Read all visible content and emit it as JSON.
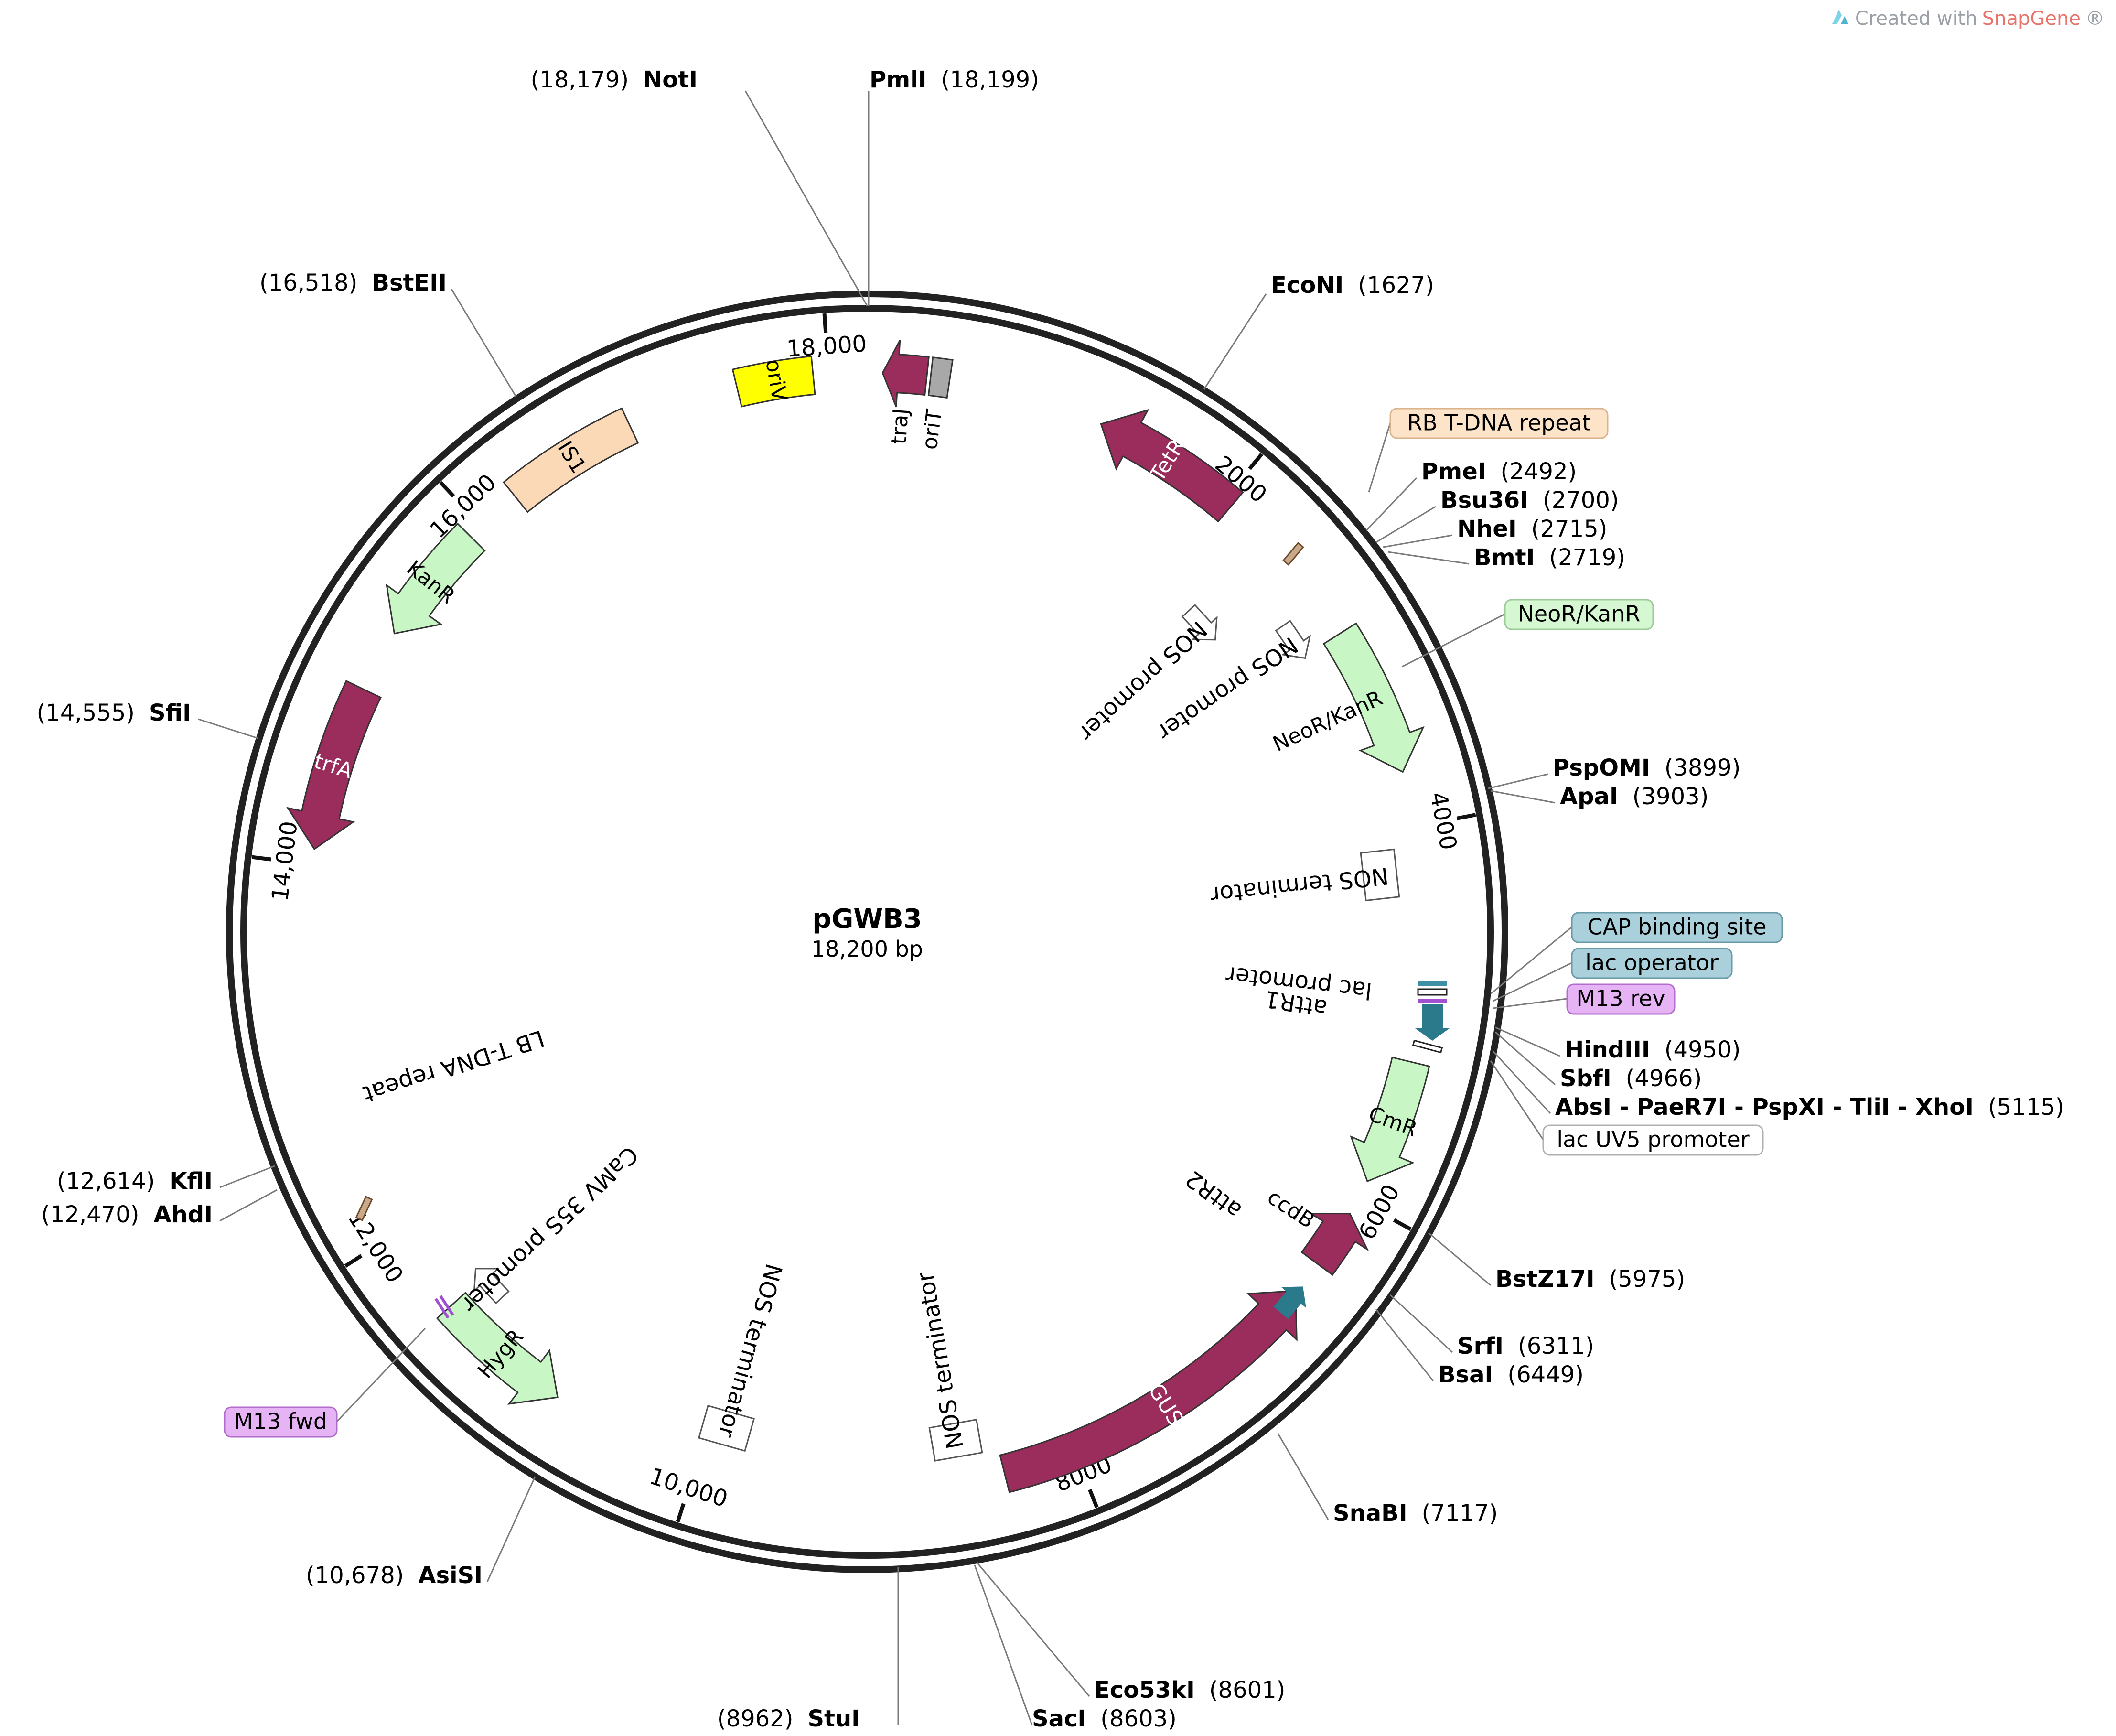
{
  "credit": {
    "prefix": "Created with ",
    "brand": "SnapGene",
    "reg": "®"
  },
  "plasmid": {
    "name": "pGWB3",
    "length_label": "18,200 bp",
    "length": 18200
  },
  "ticks": [
    {
      "value": 2000,
      "label": "2000"
    },
    {
      "value": 4000,
      "label": "4000"
    },
    {
      "value": 6000,
      "label": "6000"
    },
    {
      "value": 8000,
      "label": "8000"
    },
    {
      "value": 10000,
      "label": "10,000"
    },
    {
      "value": 12000,
      "label": "12,000"
    },
    {
      "value": 14000,
      "label": "14,000"
    },
    {
      "value": 16000,
      "label": "16,000"
    },
    {
      "value": 18000,
      "label": "18,000"
    }
  ],
  "features": [
    {
      "name": "TetR",
      "start": 1250,
      "end": 2050,
      "dir": -1,
      "color": "#9b2d5d",
      "text_color": "#ffffff",
      "label_inside": true
    },
    {
      "name": "NeoR/KanR",
      "start": 2920,
      "end": 3710,
      "dir": 1,
      "color": "#c8f7c5",
      "text_color": "#000000",
      "label_inside": false
    },
    {
      "name": "CmR",
      "start": 5230,
      "end": 5890,
      "dir": 1,
      "color": "#c8f7c5",
      "text_color": "#000000",
      "label_inside": true
    },
    {
      "name": "ccdB",
      "start": 6080,
      "end": 6390,
      "dir": -1,
      "color": "#9b2d5d",
      "text_color": "#ffffff",
      "label_inside": false
    },
    {
      "name": "GUS",
      "start": 6570,
      "end": 8380,
      "dir": -1,
      "color": "#9b2d5d",
      "text_color": "#ffffff",
      "label_inside": true
    },
    {
      "name": "HygR",
      "start": 10800,
      "end": 11530,
      "dir": -1,
      "color": "#c8f7c5",
      "text_color": "#000000",
      "label_inside": true
    },
    {
      "name": "trfA",
      "start": 14080,
      "end": 14950,
      "dir": -1,
      "color": "#9b2d5d",
      "text_color": "#ffffff",
      "label_inside": true
    },
    {
      "name": "KanR",
      "start": 15280,
      "end": 15920,
      "dir": -1,
      "color": "#c8f7c5",
      "text_color": "#000000",
      "label_inside": true
    },
    {
      "name": "IS1",
      "start": 16230,
      "end": 16930,
      "dir": 0,
      "color": "#fcd9b6",
      "text_color": "#000000",
      "label_inside": true
    },
    {
      "name": "oriV",
      "start": 17520,
      "end": 17920,
      "dir": 0,
      "color": "#ffff00",
      "text_color": "#000000",
      "label_inside": true
    },
    {
      "name": "traJ",
      "start": 80,
      "end": 310,
      "dir": -1,
      "color": "#9b2d5d",
      "text_color": "#000000",
      "label_inside": false
    },
    {
      "name": "oriT",
      "start": 330,
      "end": 430,
      "dir": 0,
      "color": "#a8a8a8",
      "text_color": "#000000",
      "label_inside": false
    }
  ],
  "inner_features": [
    {
      "name": "NOS promoter",
      "pos": 2820,
      "kind": "arrow"
    },
    {
      "name": "NOS promoter",
      "pos": 2400,
      "kind": "arrow",
      "deep": true
    },
    {
      "name": "NOS terminator",
      "pos": 4230,
      "kind": "box"
    },
    {
      "name": "lac promoter",
      "pos": 4880,
      "kind": "none"
    },
    {
      "name": "attR1",
      "pos": 5020,
      "kind": "none"
    },
    {
      "name": "attR2",
      "pos": 6420,
      "kind": "none"
    },
    {
      "name": "NOS terminator",
      "pos": 8600,
      "kind": "box"
    },
    {
      "name": "NOS terminator",
      "pos": 9900,
      "kind": "box"
    },
    {
      "name": "CaMV 35S promoter",
      "pos": 11480,
      "kind": "arrow"
    },
    {
      "name": "LB T-DNA repeat",
      "pos": 12750,
      "kind": "none"
    }
  ],
  "sites": [
    {
      "name": "NotI",
      "pos": "(18,179)",
      "side": "left"
    },
    {
      "name": "PmlI",
      "pos": "(18,199)",
      "side": "right"
    },
    {
      "name": "EcoNI",
      "pos": "(1627)",
      "side": "right"
    },
    {
      "name": "PmeI",
      "pos": "(2492)",
      "side": "right"
    },
    {
      "name": "Bsu36I",
      "pos": "(2700)",
      "side": "right"
    },
    {
      "name": "NheI",
      "pos": "(2715)",
      "side": "right"
    },
    {
      "name": "BmtI",
      "pos": "(2719)",
      "side": "right"
    },
    {
      "name": "PspOMI",
      "pos": "(3899)",
      "side": "right"
    },
    {
      "name": "ApaI",
      "pos": "(3903)",
      "side": "right"
    },
    {
      "name": "HindIII",
      "pos": "(4950)",
      "side": "right"
    },
    {
      "name": "SbfI",
      "pos": "(4966)",
      "side": "right"
    },
    {
      "name": "AbsI - PaeR7I - PspXI - TliI - XhoI",
      "pos": "(5115)",
      "side": "right"
    },
    {
      "name": "BstZ17I",
      "pos": "(5975)",
      "side": "right"
    },
    {
      "name": "SrfI",
      "pos": "(6311)",
      "side": "right"
    },
    {
      "name": "BsaI",
      "pos": "(6449)",
      "side": "right"
    },
    {
      "name": "SnaBI",
      "pos": "(7117)",
      "side": "right"
    },
    {
      "name": "Eco53kI",
      "pos": "(8601)",
      "side": "right"
    },
    {
      "name": "SacI",
      "pos": "(8603)",
      "side": "right"
    },
    {
      "name": "StuI",
      "pos": "(8962)",
      "side": "left"
    },
    {
      "name": "AsiSI",
      "pos": "(10,678)",
      "side": "left"
    },
    {
      "name": "AhdI",
      "pos": "(12,470)",
      "side": "left"
    },
    {
      "name": "KflI",
      "pos": "(12,614)",
      "side": "left"
    },
    {
      "name": "SfiI",
      "pos": "(14,555)",
      "side": "left"
    },
    {
      "name": "BstEII",
      "pos": "(16,518)",
      "side": "left"
    }
  ],
  "boxed_labels": [
    {
      "name": "RB T-DNA repeat",
      "fill": "#fde3c8",
      "stroke": "#d9b38c"
    },
    {
      "name": "NeoR/KanR",
      "fill": "#d5f7d2",
      "stroke": "#9bcc97"
    },
    {
      "name": "CAP binding site",
      "fill": "#a9d0db",
      "stroke": "#6a9aa8"
    },
    {
      "name": "lac operator",
      "fill": "#a9d0db",
      "stroke": "#6a9aa8"
    },
    {
      "name": "M13 rev",
      "fill": "#e6b3f5",
      "stroke": "#b26ccc"
    },
    {
      "name": "lac UV5 promoter",
      "fill": "#ffffff",
      "stroke": "#b0b0b0"
    },
    {
      "name": "M13 fwd",
      "fill": "#e6b3f5",
      "stroke": "#b26ccc"
    }
  ]
}
